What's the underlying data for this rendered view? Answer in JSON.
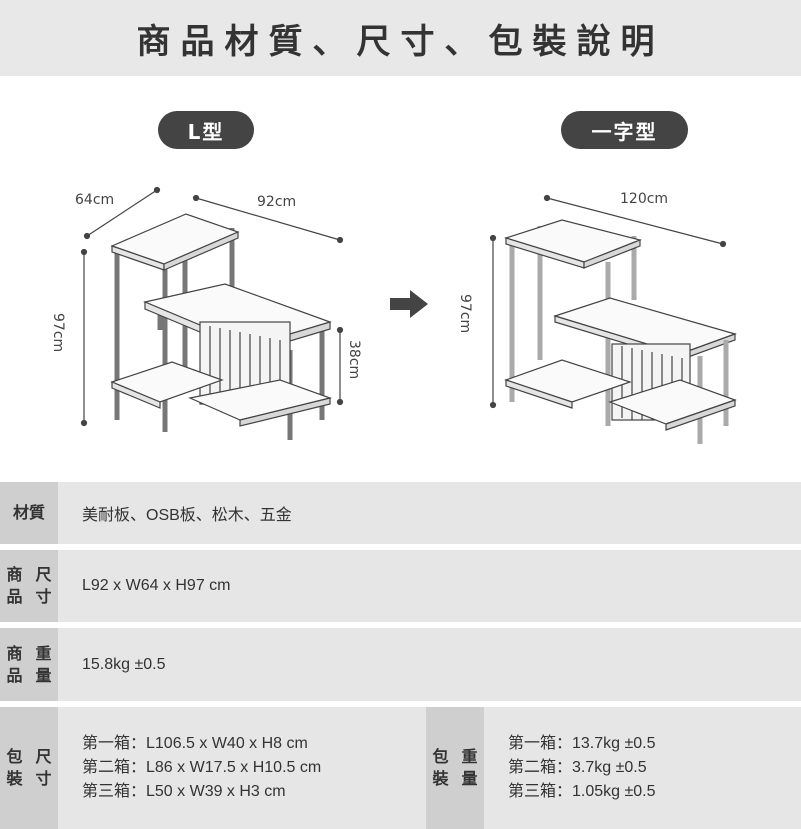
{
  "header": {
    "title": "商品材質、尺寸、包裝說明"
  },
  "variants": {
    "l_shape": "L型",
    "straight": "一字型"
  },
  "dims_l": {
    "depth": "64cm",
    "length": "92cm",
    "height": "97cm",
    "shelf": "38cm"
  },
  "dims_i": {
    "length": "120cm",
    "height": "97cm"
  },
  "specs": {
    "material": {
      "label": "材質",
      "value": "美耐板、OSB板、松木、五金"
    },
    "size": {
      "label_1": "商品",
      "label_2": "尺寸",
      "value": "L92 x W64 x H97 cm"
    },
    "weight": {
      "label_1": "商品",
      "label_2": "重量",
      "value": "15.8kg ±0.5"
    },
    "package_size": {
      "label_1": "包裝",
      "label_2": "尺寸",
      "lines": [
        "第一箱：L106.5 x W40 x H8 cm",
        "第二箱：L86 x W17.5 x H10.5 cm",
        "第三箱：L50 x W39 x H3 cm"
      ]
    },
    "package_weight": {
      "label_1": "包裝",
      "label_2": "重量",
      "lines": [
        "第一箱：13.7kg ±0.5",
        "第二箱：3.7kg ±0.5",
        "第三箱：1.05kg ±0.5"
      ]
    }
  }
}
